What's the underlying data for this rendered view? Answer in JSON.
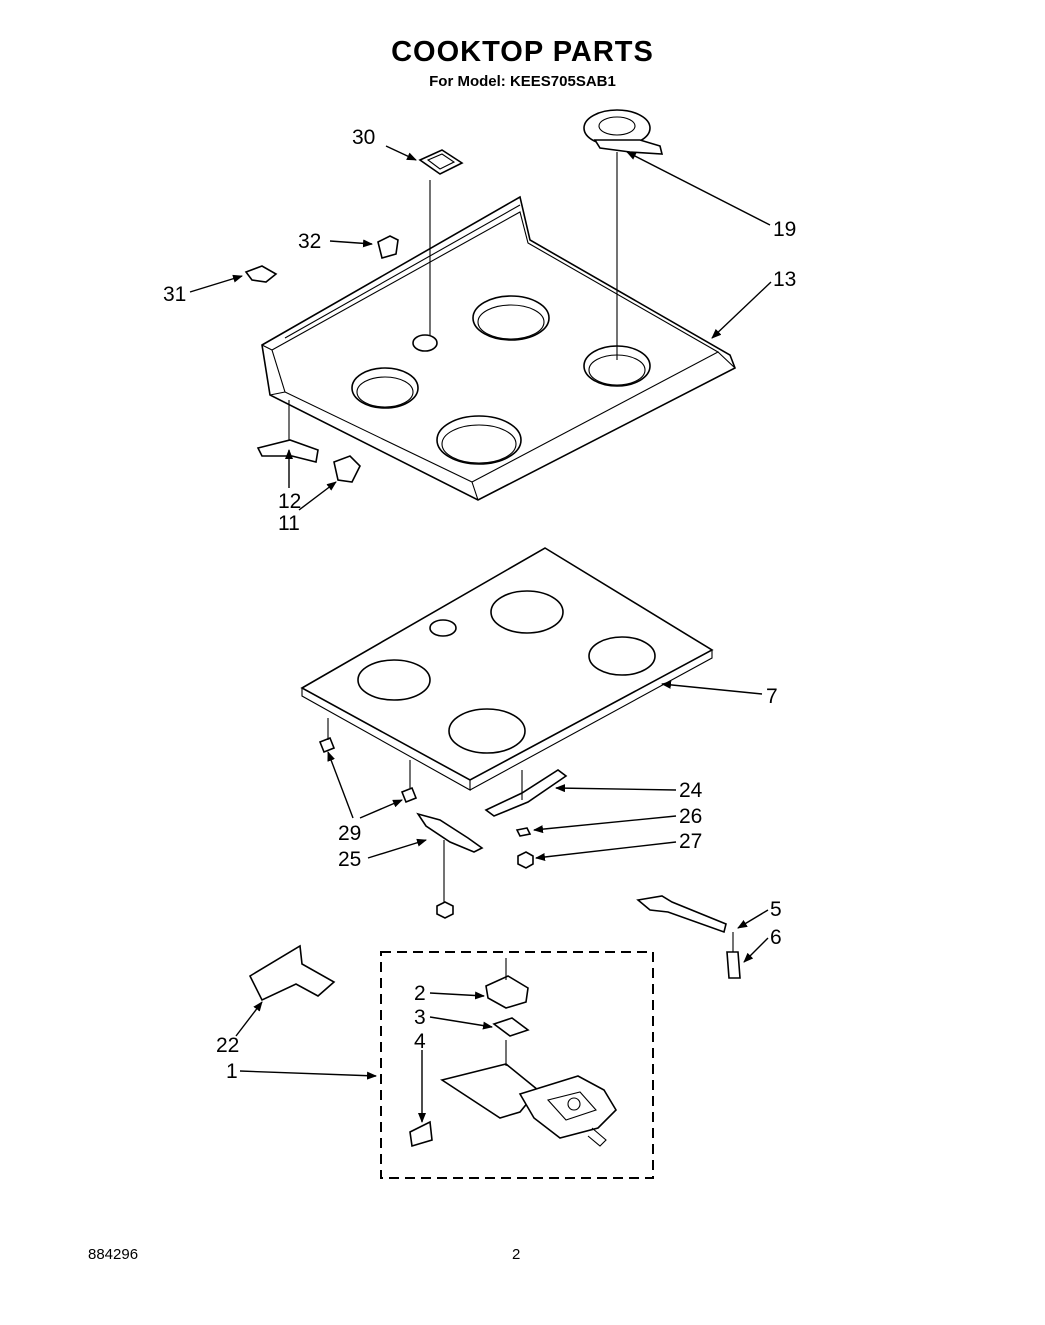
{
  "header": {
    "title": "COOKTOP PARTS",
    "model_line": "For Model: KEES705SAB1"
  },
  "footer": {
    "doc_number": "884296",
    "page_number": "2"
  },
  "callouts": {
    "p1": "1",
    "p2": "2",
    "p3": "3",
    "p4": "4",
    "p5": "5",
    "p6": "6",
    "p7": "7",
    "p11": "11",
    "p12": "12",
    "p13": "13",
    "p19": "19",
    "p22": "22",
    "p24": "24",
    "p25": "25",
    "p26": "26",
    "p27": "27",
    "p29": "29",
    "p30": "30",
    "p31": "31",
    "p32": "32"
  }
}
